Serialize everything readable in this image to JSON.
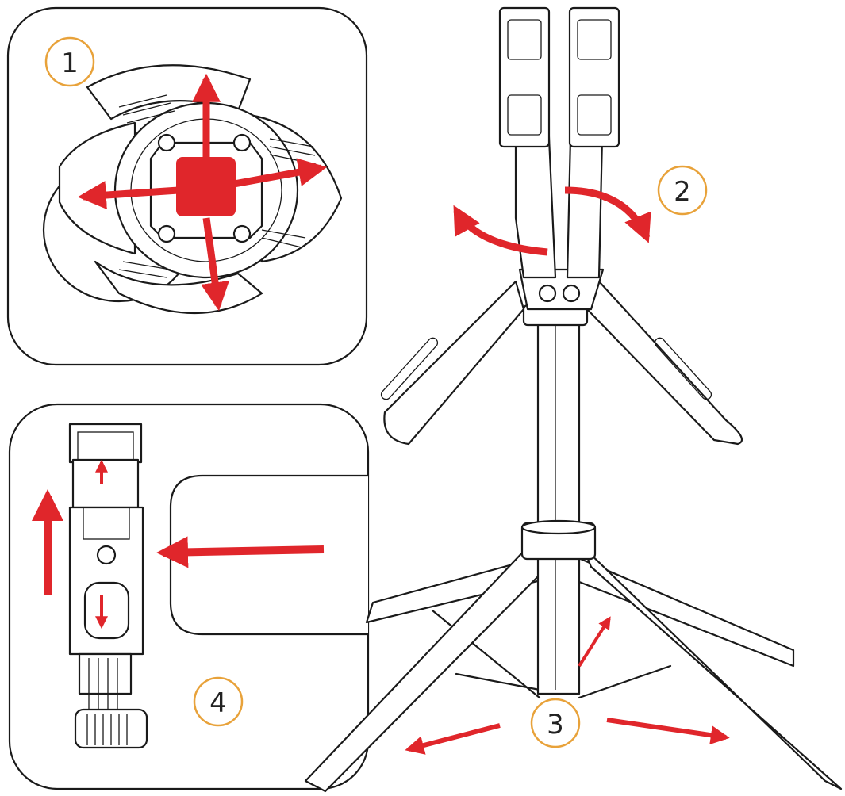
{
  "steps": [
    {
      "label": "1"
    },
    {
      "label": "2"
    },
    {
      "label": "3"
    },
    {
      "label": "4"
    }
  ],
  "colors": {
    "arrow": "#e0262b",
    "outline": "#1a1a1a",
    "step_circle": "#e8a23a",
    "background": "#ffffff"
  },
  "icons": [
    "red-direction-arrow-icon",
    "rotate-arrow-icon",
    "step-number-badge"
  ]
}
